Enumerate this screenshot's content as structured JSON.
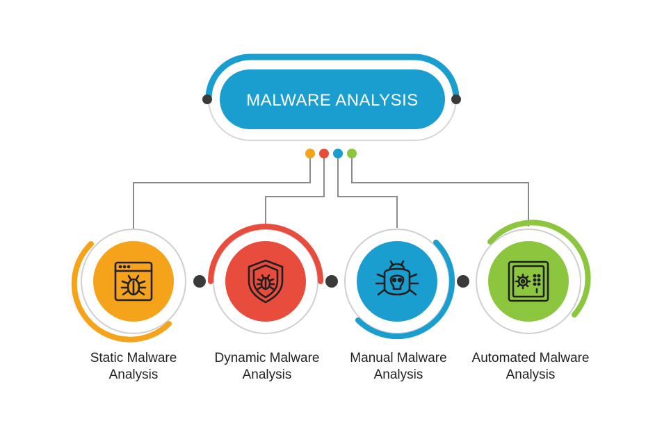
{
  "title": "MALWARE ANALYSIS",
  "colors": {
    "header_accent": "#1a9ed0",
    "connector": "#8a8a8a",
    "dot_dark": "#3a3a3a",
    "ring": "#cfcfcf"
  },
  "connector_dots": [
    "#f5a31a",
    "#e84c3d",
    "#1a9ed0",
    "#8cc63f"
  ],
  "nodes": [
    {
      "line1": "Static Malware",
      "line2": "Analysis",
      "color": "#f5a31a",
      "icon": "browser-bug-icon"
    },
    {
      "line1": "Dynamic Malware",
      "line2": "Analysis",
      "color": "#e84c3d",
      "icon": "shield-bug-icon"
    },
    {
      "line1": "Manual Malware",
      "line2": "Analysis",
      "color": "#1a9ed0",
      "icon": "skull-bug-icon"
    },
    {
      "line1": "Automated Malware",
      "line2": "Analysis",
      "color": "#8cc63f",
      "icon": "safe-gear-icon"
    }
  ]
}
